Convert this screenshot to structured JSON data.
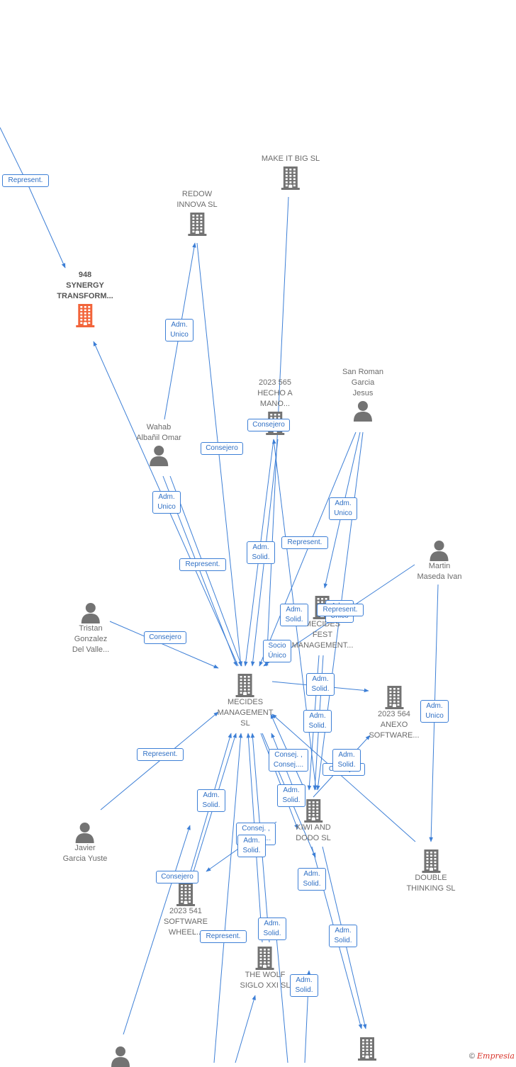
{
  "colors": {
    "edge": "#3d7fd6",
    "company_icon": "#737373",
    "focus_icon": "#f2643a",
    "person_icon": "#737373"
  },
  "nodes": {
    "make_it_big": {
      "type": "company",
      "lines": [
        "MAKE IT BIG  SL"
      ]
    },
    "redow": {
      "type": "company",
      "lines": [
        "REDOW",
        "INNOVA  SL"
      ]
    },
    "synergy": {
      "type": "company",
      "focus": true,
      "lines": [
        "948",
        "SYNERGY",
        "TRANSFORM..."
      ]
    },
    "hecho_a_mano": {
      "type": "company",
      "lines": [
        "2023 565",
        "HECHO A",
        "MANO..."
      ]
    },
    "san_roman": {
      "type": "person",
      "lines": [
        "San Roman",
        "Garcia",
        "Jesus"
      ]
    },
    "wahab": {
      "type": "person",
      "lines": [
        "Wahab",
        "Albañil Omar"
      ]
    },
    "martin": {
      "type": "person",
      "lines": [
        "Martin",
        "Maseda Ivan"
      ]
    },
    "tristan": {
      "type": "person",
      "lines": [
        "Tristan",
        "Gonzalez",
        "Del Valle..."
      ]
    },
    "mecides_fest": {
      "type": "company",
      "lines": [
        "MECIDES",
        "FEST",
        "MANAGEMENT..."
      ]
    },
    "mecides_mgmt": {
      "type": "company",
      "lines": [
        "MECIDES",
        "MANAGEMENT",
        "SL"
      ]
    },
    "anexo": {
      "type": "company",
      "lines": [
        "2023 564",
        "ANEXO",
        "SOFTWARE..."
      ]
    },
    "kiwi": {
      "type": "company",
      "lines": [
        "KIWI AND",
        "DODO  SL"
      ]
    },
    "double": {
      "type": "company",
      "lines": [
        "DOUBLE",
        "THINKING SL"
      ]
    },
    "javier": {
      "type": "person",
      "lines": [
        "Javier",
        "Garcia Yuste"
      ]
    },
    "software_wheel": {
      "type": "company",
      "lines": [
        "2023 541",
        "SOFTWARE",
        "WHEEL..."
      ]
    },
    "wolf": {
      "type": "company",
      "lines": [
        "THE WOLF",
        "SIGLO XXI  SL"
      ]
    },
    "bottom_company": {
      "type": "company",
      "lines": []
    },
    "bottom_person": {
      "type": "person",
      "lines": []
    }
  },
  "edge_labels": [
    {
      "id": "e1",
      "lines": [
        "Represent."
      ]
    },
    {
      "id": "e2",
      "lines": [
        "Adm.",
        "Unico"
      ]
    },
    {
      "id": "e3",
      "lines": [
        "Consejero"
      ]
    },
    {
      "id": "e4",
      "lines": [
        "Consejero"
      ]
    },
    {
      "id": "e5",
      "lines": [
        "Adm.",
        "Unico"
      ]
    },
    {
      "id": "e6",
      "lines": [
        "Adm.",
        "Unico"
      ]
    },
    {
      "id": "e7",
      "lines": [
        "Adm.",
        "Solid."
      ]
    },
    {
      "id": "e8",
      "lines": [
        "Represent."
      ]
    },
    {
      "id": "e9",
      "lines": [
        "Represent."
      ]
    },
    {
      "id": "e10",
      "lines": [
        "Adm.",
        "Solid."
      ]
    },
    {
      "id": "e11",
      "lines": [
        "Adm.",
        "Unico"
      ]
    },
    {
      "id": "e12",
      "lines": [
        "Represent."
      ]
    },
    {
      "id": "e13",
      "lines": [
        "Consejero"
      ]
    },
    {
      "id": "e14",
      "lines": [
        "Socio",
        "Único"
      ]
    },
    {
      "id": "e15",
      "lines": [
        "Adm.",
        "Solid."
      ]
    },
    {
      "id": "e16",
      "lines": [
        "Adm.",
        "Unico"
      ]
    },
    {
      "id": "e17",
      "lines": [
        "Adm.",
        "Solid."
      ]
    },
    {
      "id": "e18",
      "lines": [
        "Represent."
      ]
    },
    {
      "id": "e19",
      "lines": [
        "Consej. ,",
        "Consej...."
      ]
    },
    {
      "id": "e20",
      "lines": [
        "Consej...."
      ]
    },
    {
      "id": "e21",
      "lines": [
        "Adm.",
        "Solid."
      ]
    },
    {
      "id": "e22",
      "lines": [
        "Adm.",
        "Solid."
      ]
    },
    {
      "id": "e23",
      "lines": [
        "Adm.",
        "Solid."
      ]
    },
    {
      "id": "e24",
      "lines": [
        "Consej. ,",
        "Consej...."
      ]
    },
    {
      "id": "e25",
      "lines": [
        "Adm.",
        "Solid."
      ]
    },
    {
      "id": "e26",
      "lines": [
        "Consejero"
      ]
    },
    {
      "id": "e27",
      "lines": [
        "Adm.",
        "Solid."
      ]
    },
    {
      "id": "e28",
      "lines": [
        "Represent."
      ]
    },
    {
      "id": "e29",
      "lines": [
        "Adm.",
        "Solid."
      ]
    },
    {
      "id": "e30",
      "lines": [
        "Adm.",
        "Solid."
      ]
    },
    {
      "id": "e31",
      "lines": [
        "Adm.",
        "Solid."
      ]
    }
  ],
  "logo": {
    "copyright": "©",
    "brand": "Empresia"
  }
}
